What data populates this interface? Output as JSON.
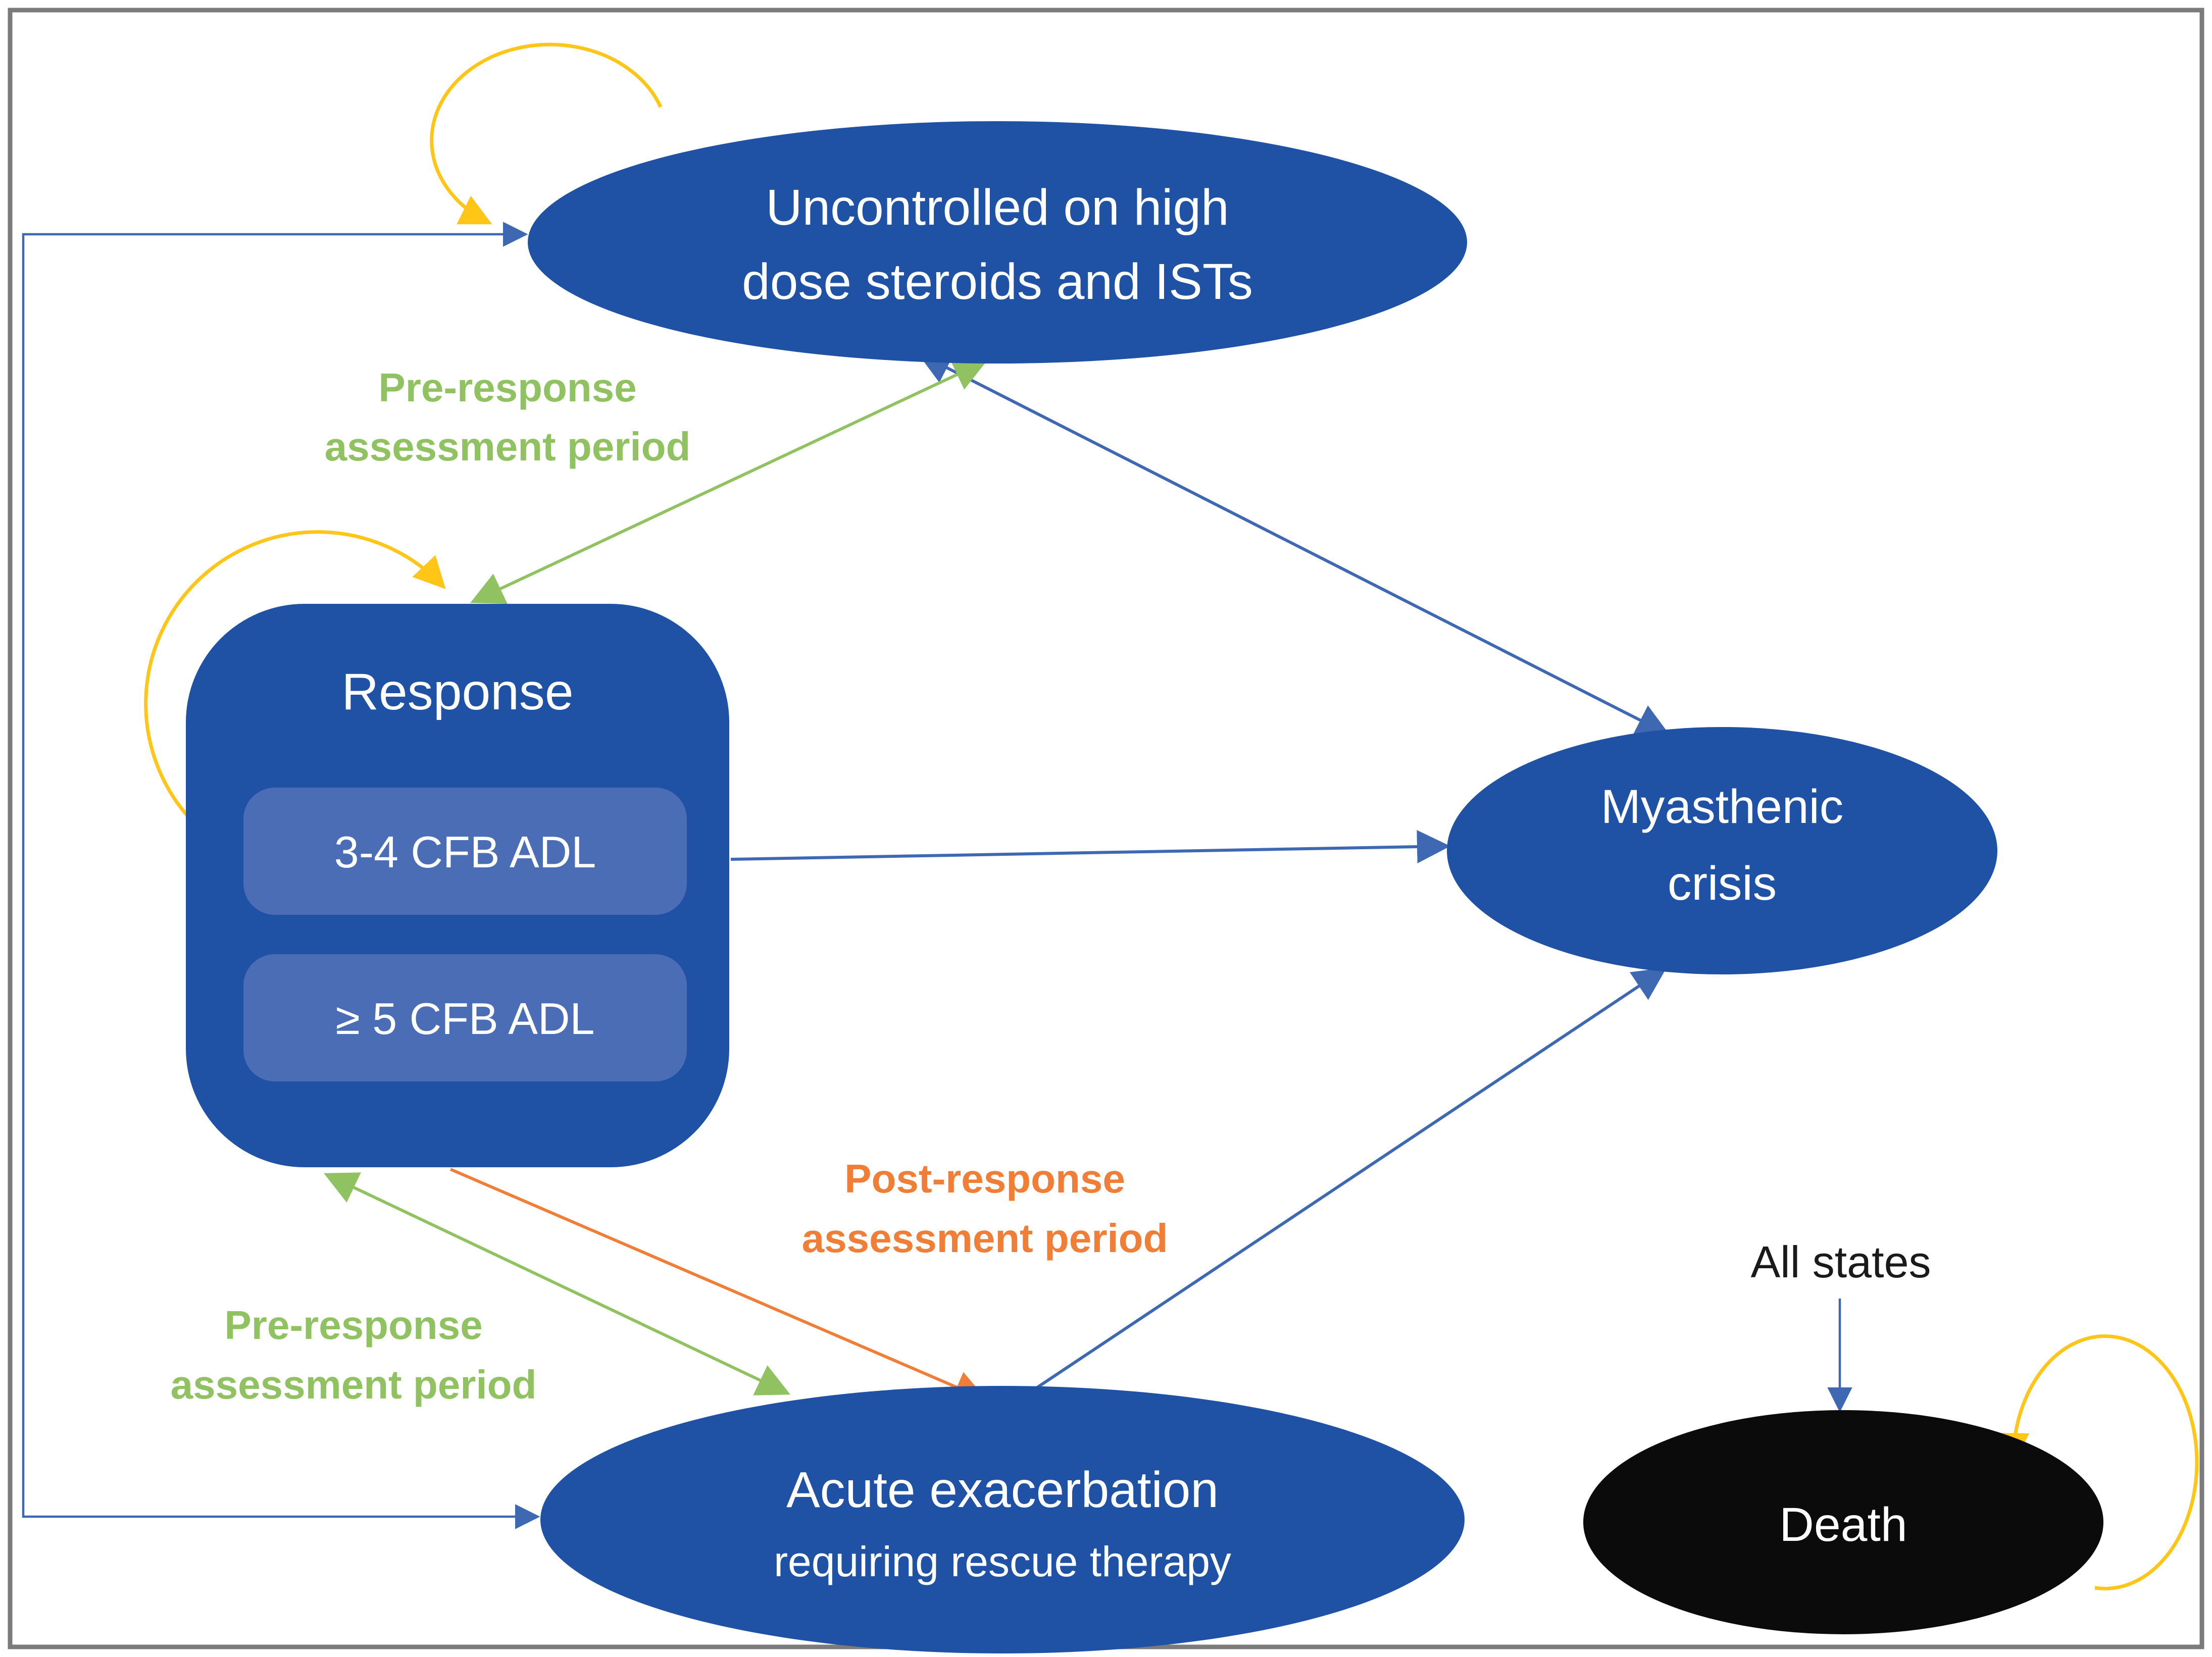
{
  "colors": {
    "state_fill": "#1F51A4",
    "state_sub_fill": "#4A6DB6",
    "death_fill": "#0B0B0C",
    "arrow_blue": "#3E68B2",
    "arrow_green": "#90C262",
    "arrow_orange": "#F07E37",
    "arrow_yellow": "#FFC517",
    "border": "#7B7B7B",
    "text_light": "#FFFFFF",
    "text_dark": "#1A1A1A"
  },
  "states": {
    "uncontrolled": {
      "line1": "Uncontrolled on high",
      "line2": "dose steroids and ISTs"
    },
    "response": {
      "title": "Response",
      "sub1": "3-4 CFB ADL",
      "sub2": "≥ 5 CFB ADL"
    },
    "myasthenic": {
      "line1": "Myasthenic",
      "line2": "crisis"
    },
    "acute": {
      "line1": "Acute exacerbation",
      "line2": "requiring rescue therapy"
    },
    "death": {
      "label": "Death"
    }
  },
  "edge_labels": {
    "pre_response_top": {
      "line1": "Pre-response",
      "line2": "assessment period"
    },
    "pre_response_bottom": {
      "line1": "Pre-response",
      "line2": "assessment period"
    },
    "post_response": {
      "line1": "Post-response",
      "line2": "assessment period"
    },
    "all_states": "All states"
  }
}
